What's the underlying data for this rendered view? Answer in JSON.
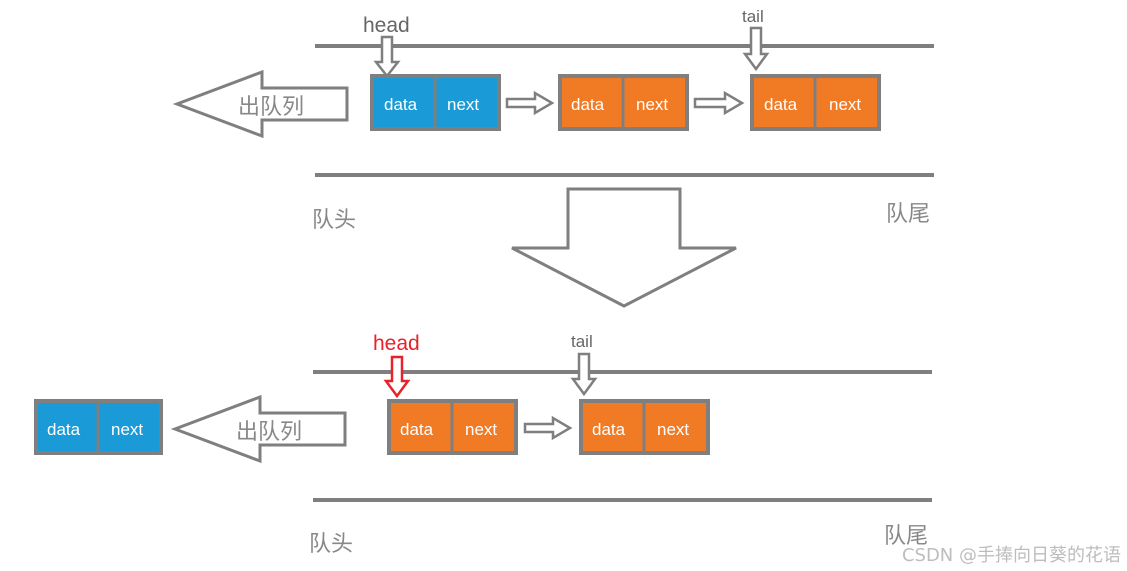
{
  "colors": {
    "blue": "#1a9ad6",
    "orange": "#f07b24",
    "line": "#7f7f7f",
    "red": "#e8222b"
  },
  "node": {
    "data_label": "data",
    "next_label": "next"
  },
  "top": {
    "head_label": "head",
    "tail_label": "tail",
    "dequeue_label": "出队列",
    "front_label": "队头",
    "rear_label": "队尾"
  },
  "bottom": {
    "head_label": "head",
    "tail_label": "tail",
    "dequeue_label": "出队列",
    "front_label": "队头",
    "rear_label": "队尾"
  },
  "watermark": "CSDN @手捧向日葵的花语"
}
